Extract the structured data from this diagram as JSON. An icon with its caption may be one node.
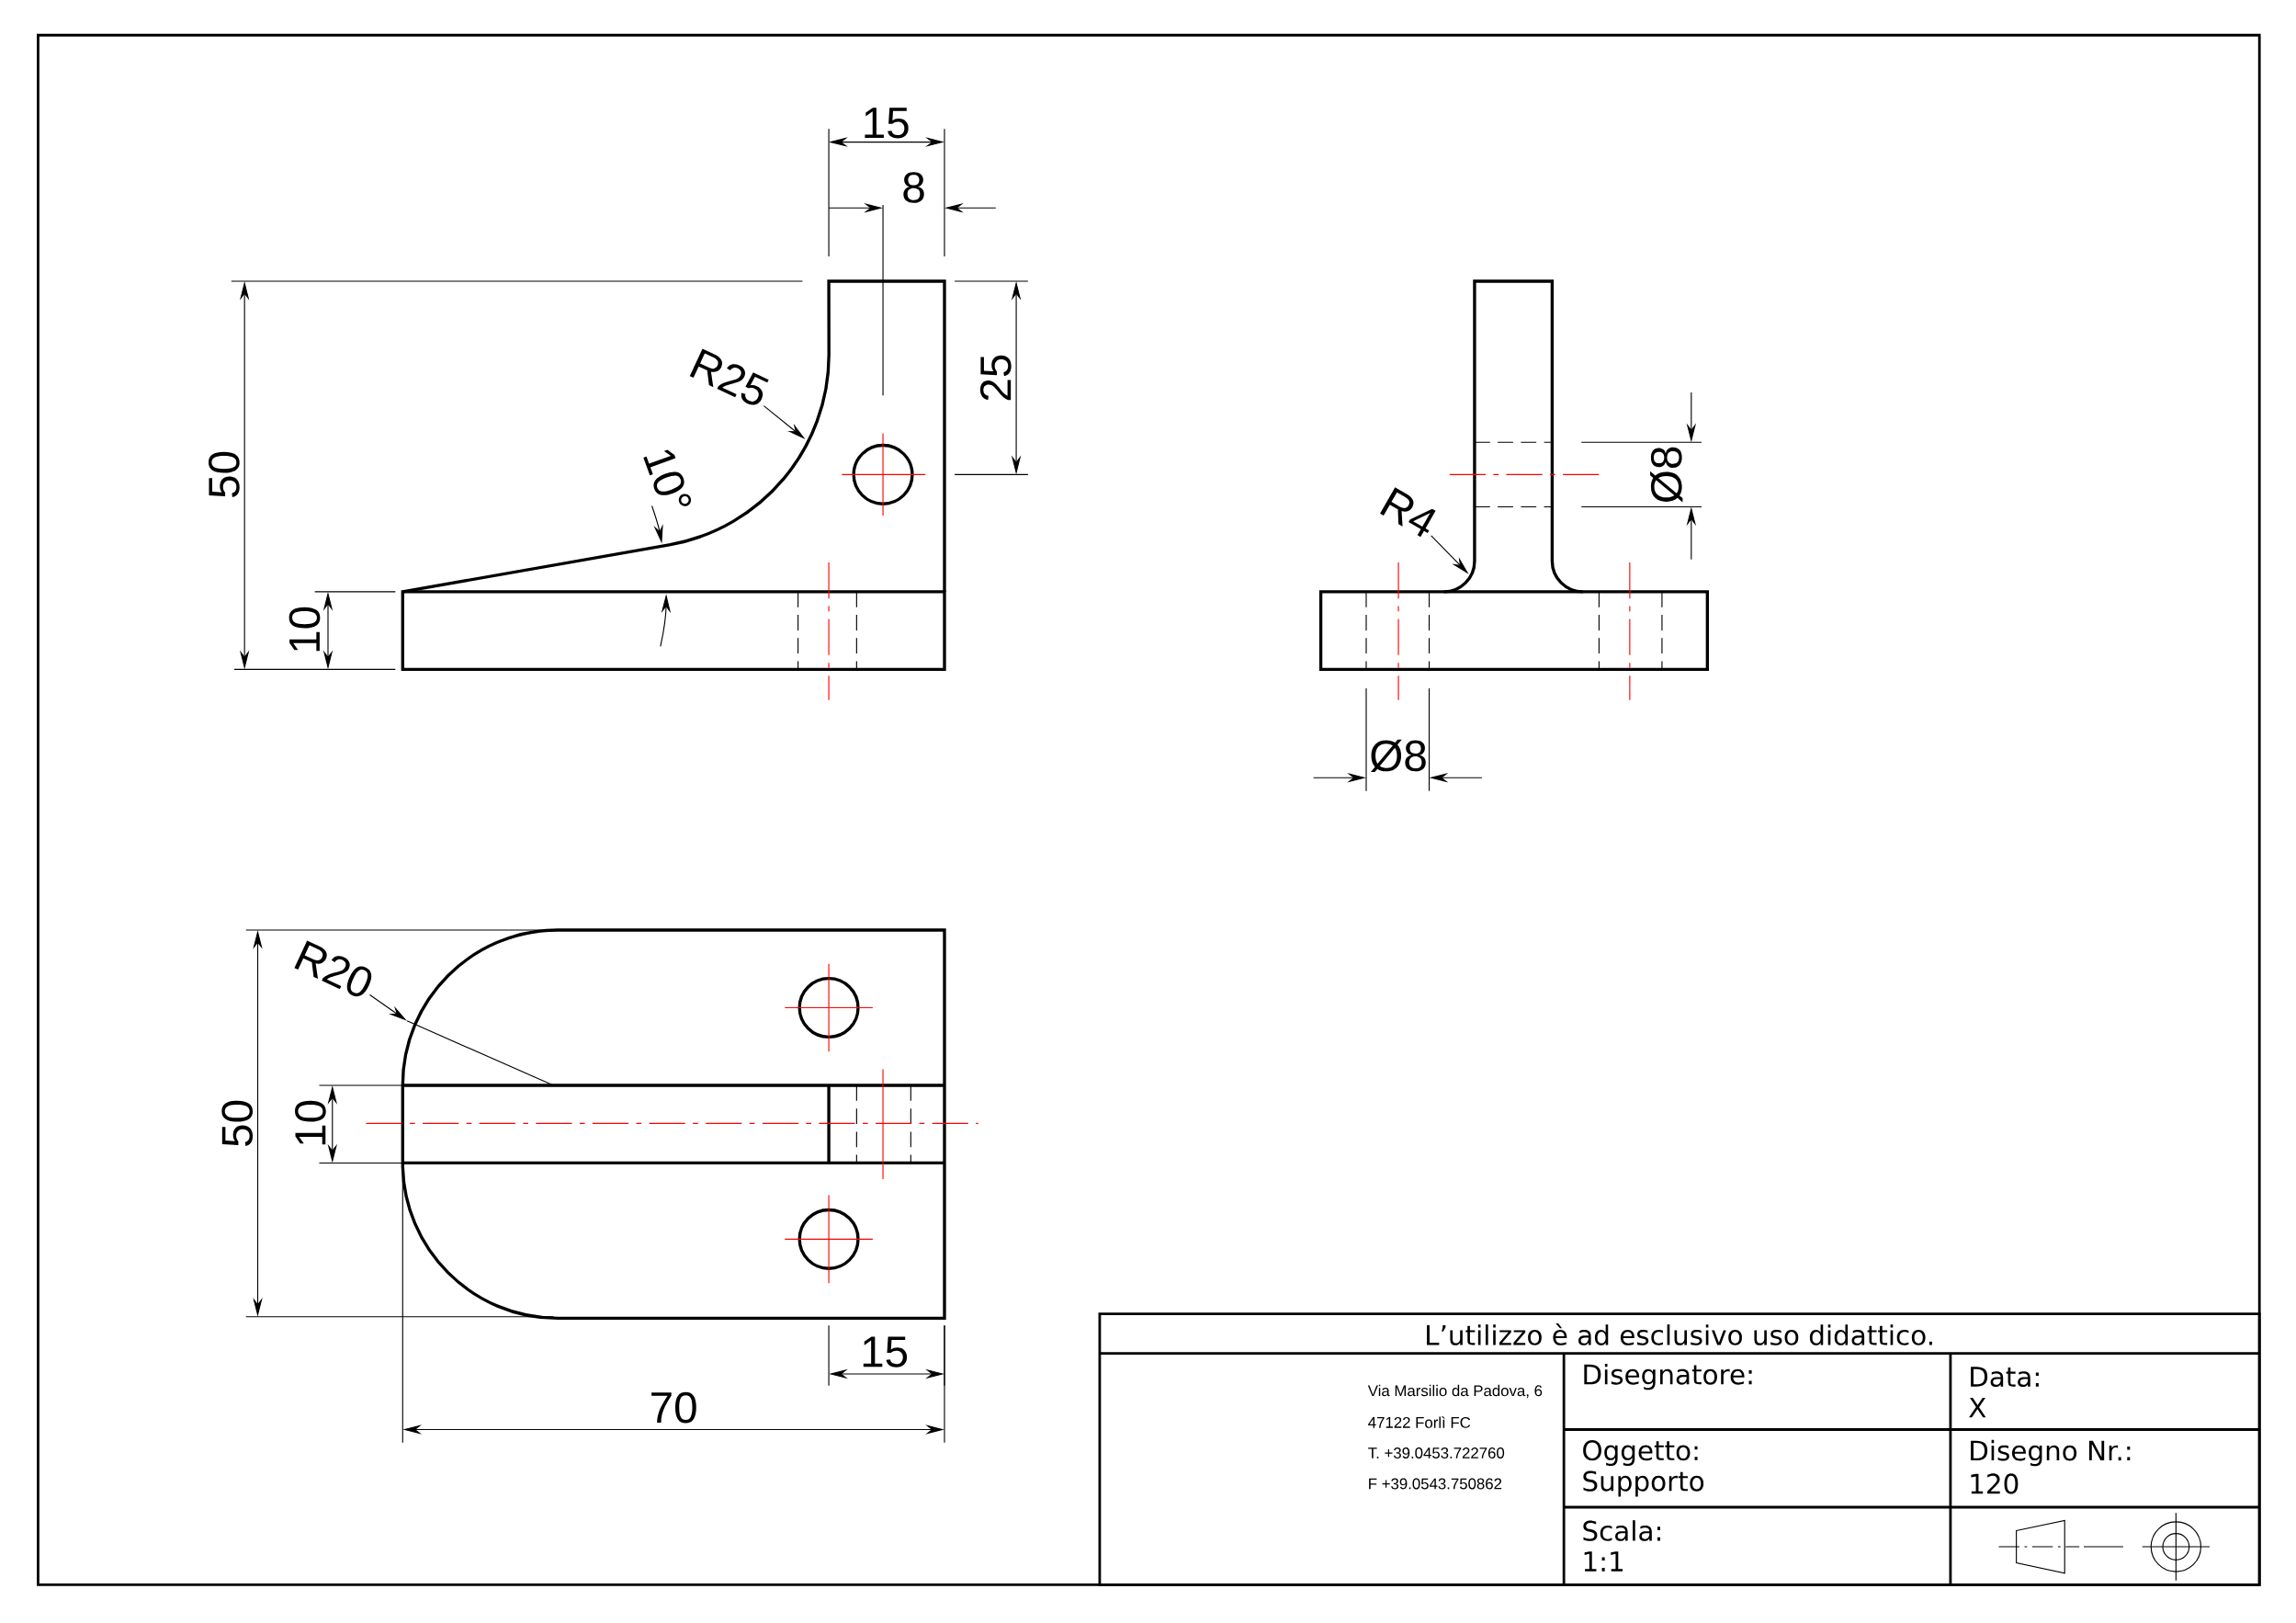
{
  "diagram": {
    "nodes": [
      {
        "text": [
          "R25"
        ]
      },
      {
        "text": [
          "R4"
        ]
      },
      {
        "text": [
          "R20"
        ]
      }
    ],
    "edges": [
      {
        "from": 0,
        "to": null,
        "arrow": "to"
      },
      {
        "from": 1,
        "to": null,
        "arrow": "to"
      },
      {
        "from": 2,
        "to": null,
        "arrow": "to"
      }
    ],
    "labels": [
      "15",
      "8",
      "50",
      "25",
      "10°",
      "10",
      "Ø8",
      "Ø8",
      "50",
      "10",
      "15",
      "70",
      "L’utilizzo è ad esclusivo uso didattico.",
      "Via Marsilio da Padova, 6",
      "47122 Forlì FC",
      "T. +39.0453.722760",
      "F +39.0543.750862",
      "Disegnatore:",
      "Data:",
      "X",
      "Oggetto:",
      "Supporto",
      "Disegno Nr.:",
      "120",
      "Scala:",
      "1:1"
    ]
  }
}
